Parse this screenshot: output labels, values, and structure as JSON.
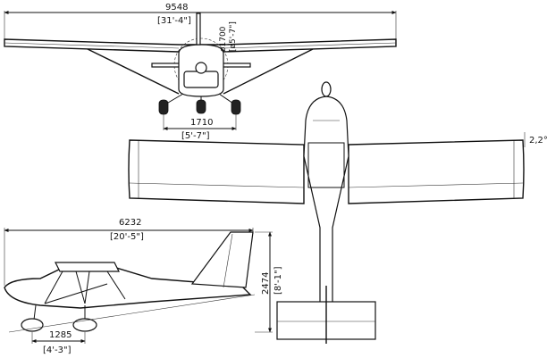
{
  "dimensions": {
    "wingspan": {
      "value": "9548",
      "imperial": "[31'-4\"]"
    },
    "prop_diameter": {
      "value": "ø1700",
      "imperial": "[ø5'-7\"]"
    },
    "track": {
      "value": "1710",
      "imperial": "[5'-7\"]"
    },
    "dihedral": {
      "value": "2,2°"
    },
    "length": {
      "value": "6232",
      "imperial": "[20'-5\"]"
    },
    "height": {
      "value": "2474",
      "imperial": "[8'-1\"]"
    },
    "wheelbase": {
      "value": "1285",
      "imperial": "[4'-3\"]"
    }
  }
}
